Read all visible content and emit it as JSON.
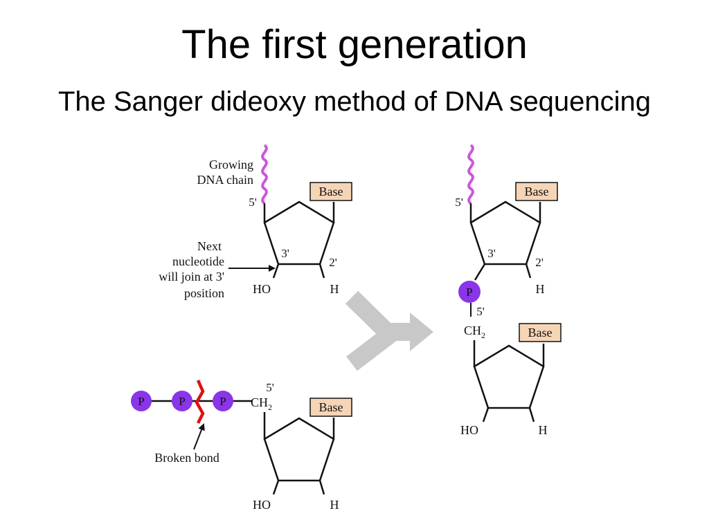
{
  "slide": {
    "title": "The first generation",
    "subtitle": "The Sanger dideoxy method of DNA sequencing"
  },
  "figure": {
    "colors": {
      "helix": "#cc55dd",
      "base_box_fill": "#f6d5b7",
      "phosphate_fill": "#8a35e8",
      "broken_bond": "#dd1111",
      "transition_arrow": "#c8c8c8"
    },
    "growing_chain_label_line1": "Growing",
    "growing_chain_label_line2": "DNA chain",
    "next_nucleotide_line1": "Next",
    "next_nucleotide_line2": "nucleotide",
    "next_nucleotide_line3": "will join at 3'",
    "next_nucleotide_line4": "position",
    "broken_bond_label": "Broken bond",
    "prime5": "5'",
    "prime3": "3'",
    "prime2": "2'",
    "base": "Base",
    "ho": "HO",
    "h": "H",
    "p": "P",
    "ch": "CH",
    "sub2": "2"
  }
}
